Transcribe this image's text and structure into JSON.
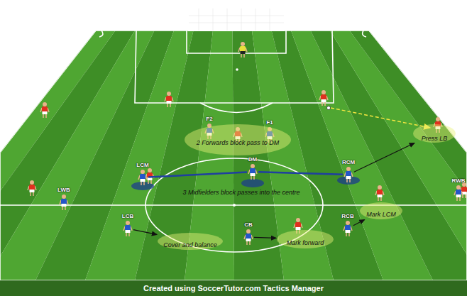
{
  "diagram": {
    "caption": "Created using SoccerTutor.com Tactics Manager",
    "nodes": [
      {
        "text": [
          "F2"
        ]
      },
      {
        "text": [
          "F1"
        ]
      },
      {
        "text": [
          "DM"
        ]
      },
      {
        "text": [
          "LCM"
        ]
      },
      {
        "text": [
          "RCM"
        ]
      },
      {
        "text": [
          "LWB"
        ]
      },
      {
        "text": [
          "RWB"
        ]
      },
      {
        "text": [
          "LCB"
        ]
      },
      {
        "text": [
          "CB"
        ]
      },
      {
        "text": [
          "RCB"
        ]
      },
      {
        "text": [
          "2 Forwards block pass to DM"
        ]
      },
      {
        "text": [
          "Press LB"
        ]
      },
      {
        "text": [
          "Mark LCM"
        ]
      },
      {
        "text": [
          "Cover and balance"
        ]
      },
      {
        "text": [
          "Mark forward"
        ]
      }
    ],
    "edges": [
      {
        "from": 3,
        "to": 2,
        "arrow": "none"
      },
      {
        "from": 2,
        "to": 4,
        "arrow": "none"
      },
      {
        "from": 4,
        "to": 11,
        "arrow": "to"
      },
      {
        "from": 9,
        "to": 12,
        "arrow": "to"
      },
      {
        "from": 8,
        "to": 14,
        "arrow": "to"
      },
      {
        "from": 7,
        "to": 13,
        "arrow": "to"
      }
    ],
    "labels": [
      "3 Midfielders block passes into the centre"
    ]
  }
}
